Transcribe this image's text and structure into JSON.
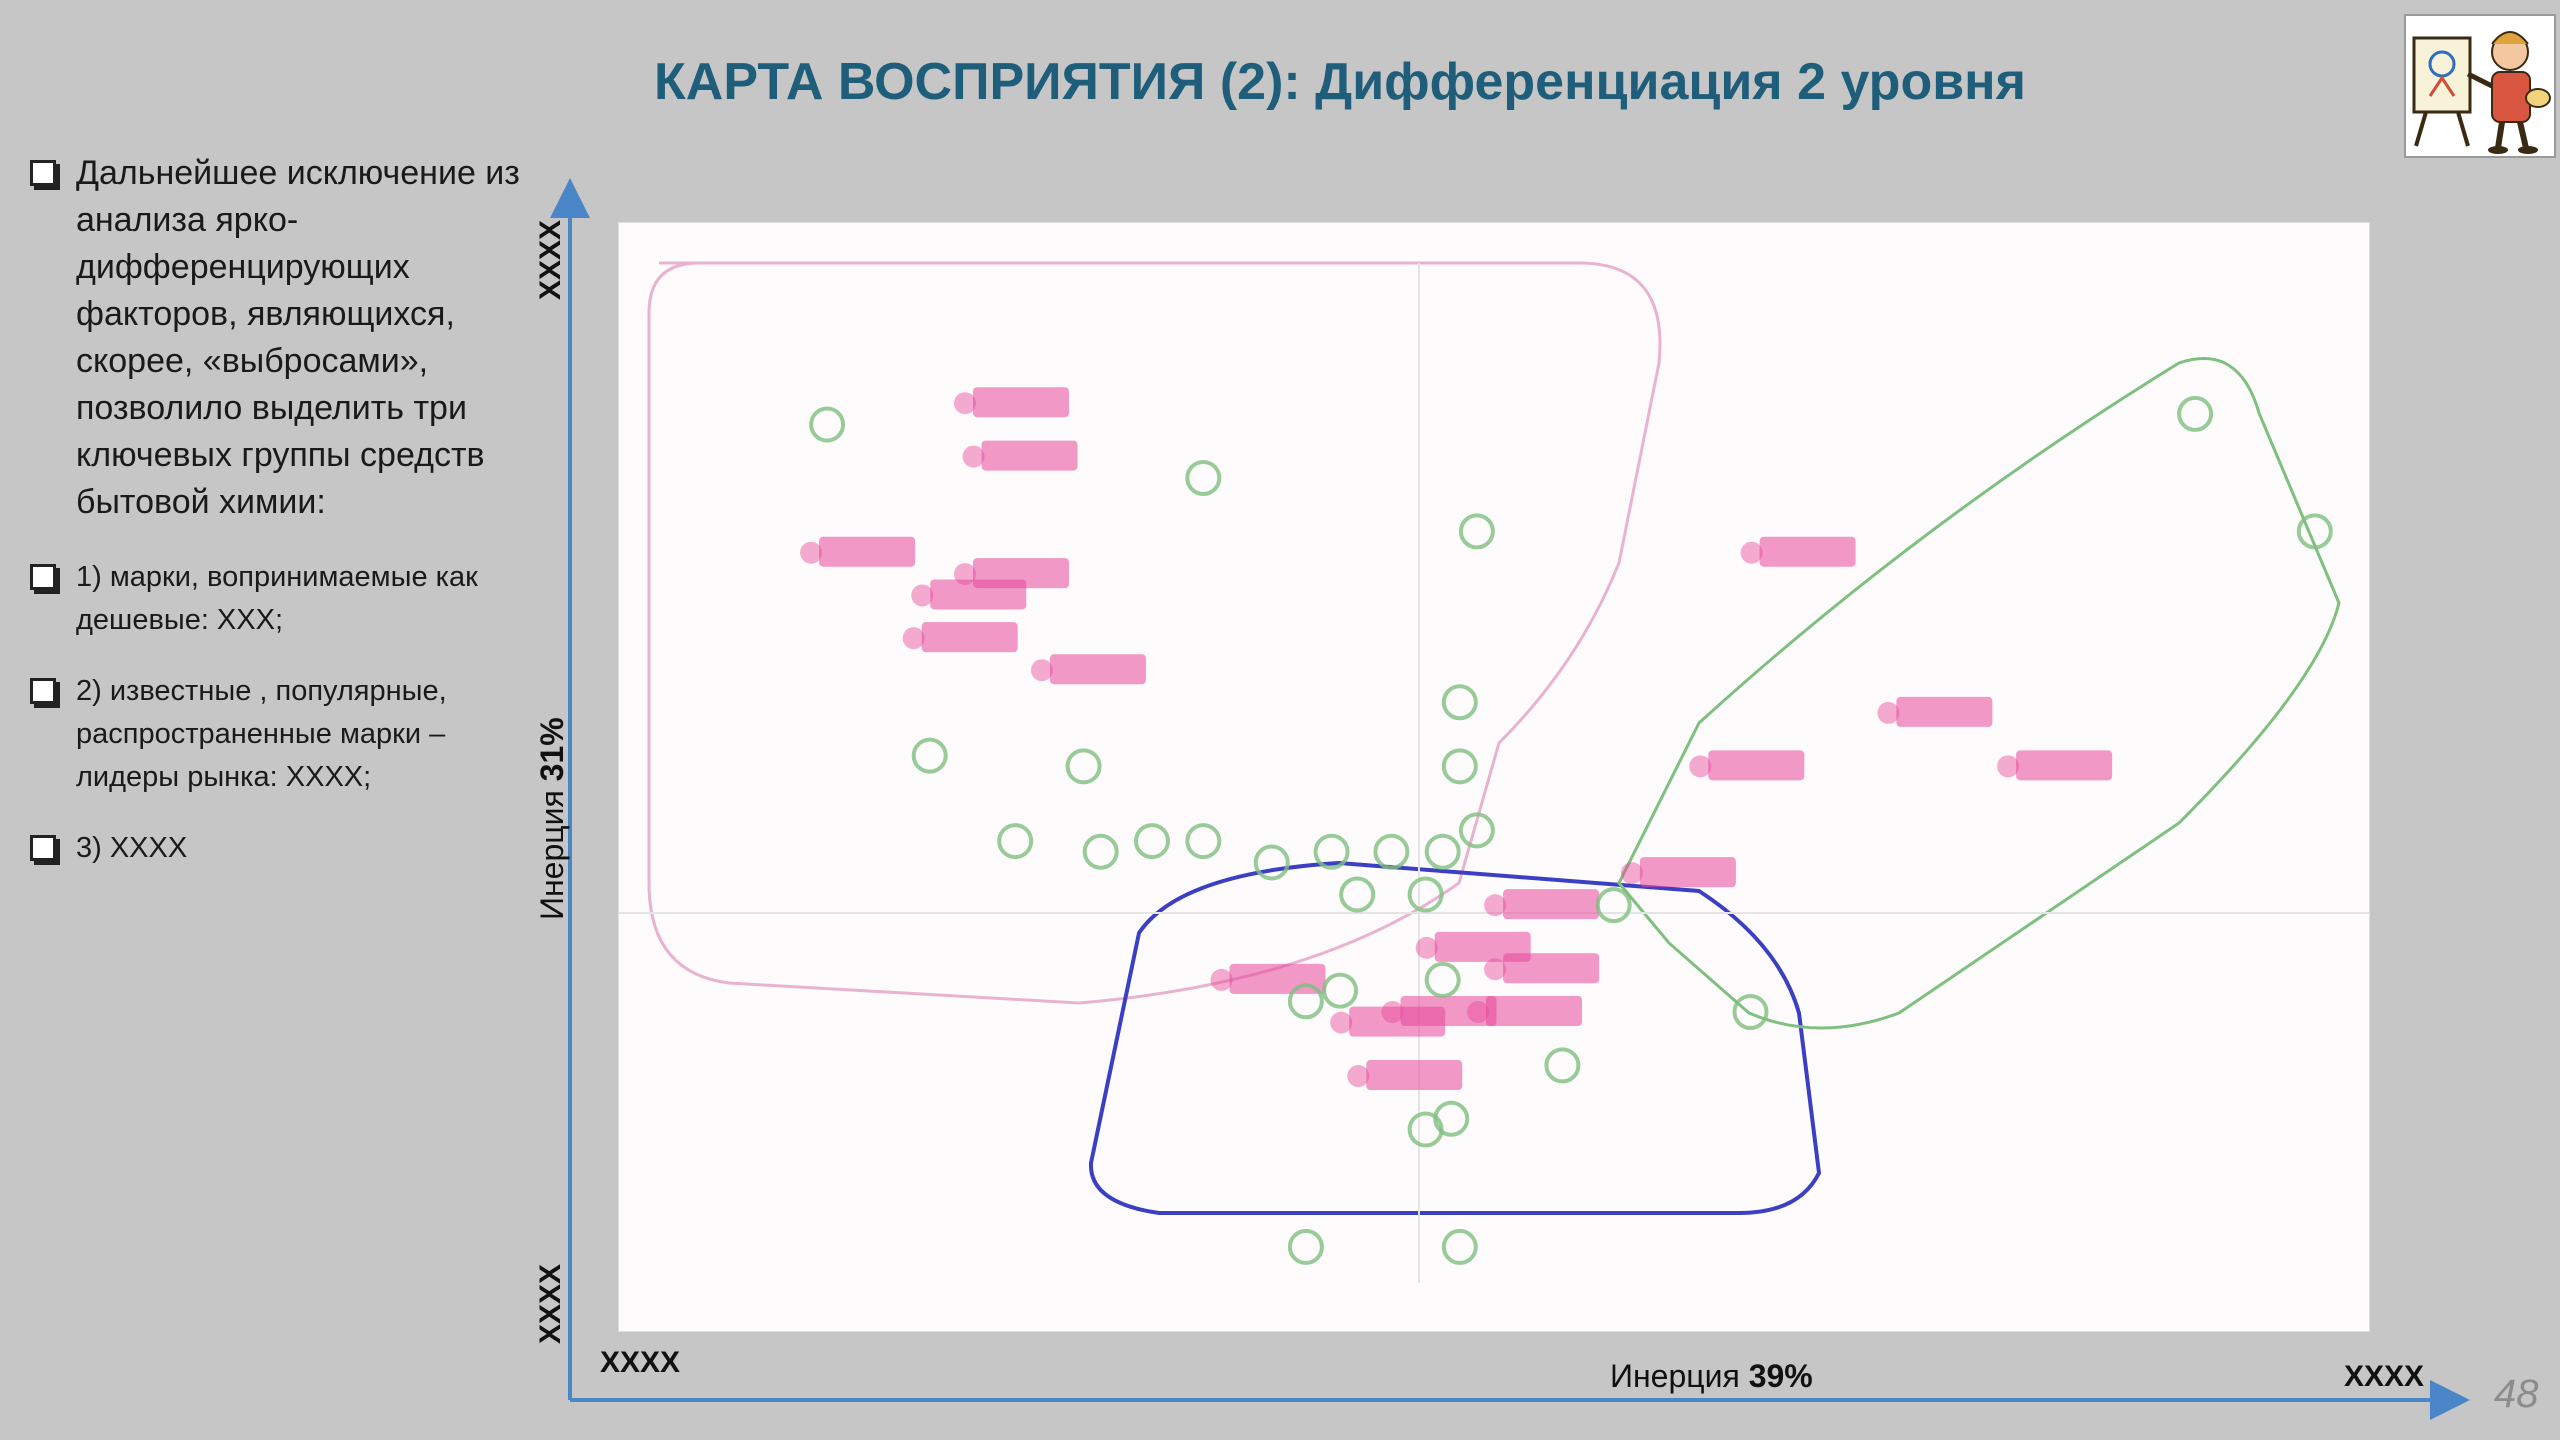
{
  "slide": {
    "title": "КАРТА ВОСПРИЯТИЯ (2): Дифференциация 2 уровня",
    "page_number": "48"
  },
  "bullets": [
    {
      "text": "Дальнейшее исключение из анализа ярко-дифференцирующих факторов, являющихся, скорее, «выбросами», позволило выделить три ключевых группы средств бытовой химии:"
    },
    {
      "text": "1) марки, вопринимаемые как дешевые: XXX;"
    },
    {
      "text": "2) известные , популярные, распространенные марки – лидеры рынка: XXXX;"
    },
    {
      "text": "3) XXXX"
    }
  ],
  "chart_data": {
    "type": "scatter",
    "xlabel_text": "Инерция",
    "xlabel_value": "39%",
    "ylabel_text": "Инерция",
    "ylabel_value": "31%",
    "x_ticks": [
      "XXXX",
      "XXXX"
    ],
    "y_ticks": [
      "XXXX",
      "XXXX"
    ],
    "xlim": [
      0,
      100
    ],
    "ylim": [
      0,
      100
    ],
    "colors": {
      "brand": "#e8479a",
      "factor": "#7fbf7f",
      "group_pink": "#e9b3cf",
      "group_blue": "#3b3fc4",
      "group_green": "#7fbf7f",
      "axis": "#4a86c8"
    },
    "series": [
      {
        "name": "",
        "kind": "brand",
        "points": [
          {
            "x": 20,
            "y": 85
          },
          {
            "x": 20.5,
            "y": 80
          },
          {
            "x": 11,
            "y": 71
          },
          {
            "x": 20,
            "y": 69
          },
          {
            "x": 17.5,
            "y": 67
          },
          {
            "x": 17,
            "y": 63
          },
          {
            "x": 24.5,
            "y": 60
          },
          {
            "x": 66,
            "y": 71
          },
          {
            "x": 74,
            "y": 56
          },
          {
            "x": 63,
            "y": 51
          },
          {
            "x": 81,
            "y": 51
          },
          {
            "x": 59,
            "y": 41
          },
          {
            "x": 51,
            "y": 38
          },
          {
            "x": 47,
            "y": 34
          },
          {
            "x": 35,
            "y": 31
          },
          {
            "x": 42,
            "y": 27
          },
          {
            "x": 45,
            "y": 28
          },
          {
            "x": 43,
            "y": 22
          },
          {
            "x": 50,
            "y": 28
          },
          {
            "x": 51,
            "y": 32
          }
        ]
      },
      {
        "name": "",
        "kind": "factor",
        "points": [
          {
            "x": 11,
            "y": 83
          },
          {
            "x": 33,
            "y": 78
          },
          {
            "x": 49,
            "y": 73
          },
          {
            "x": 91,
            "y": 84
          },
          {
            "x": 98,
            "y": 73
          },
          {
            "x": 17,
            "y": 52
          },
          {
            "x": 26,
            "y": 51
          },
          {
            "x": 48,
            "y": 51
          },
          {
            "x": 22,
            "y": 44
          },
          {
            "x": 27,
            "y": 43
          },
          {
            "x": 30,
            "y": 44
          },
          {
            "x": 33,
            "y": 44
          },
          {
            "x": 37,
            "y": 42
          },
          {
            "x": 40.5,
            "y": 43
          },
          {
            "x": 44,
            "y": 43
          },
          {
            "x": 47,
            "y": 43
          },
          {
            "x": 49,
            "y": 45
          },
          {
            "x": 42,
            "y": 39
          },
          {
            "x": 46,
            "y": 39
          },
          {
            "x": 57,
            "y": 38
          },
          {
            "x": 39,
            "y": 29
          },
          {
            "x": 41,
            "y": 30
          },
          {
            "x": 47,
            "y": 31
          },
          {
            "x": 54,
            "y": 23
          },
          {
            "x": 65,
            "y": 28
          },
          {
            "x": 46,
            "y": 17
          },
          {
            "x": 47.5,
            "y": 18
          },
          {
            "x": 39,
            "y": 6
          },
          {
            "x": 48,
            "y": 6
          },
          {
            "x": 48,
            "y": 57
          }
        ]
      }
    ]
  }
}
